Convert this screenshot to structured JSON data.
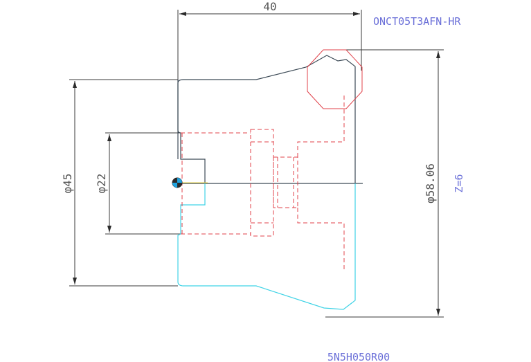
{
  "drawing": {
    "dim_top": "40",
    "dim_left_outer": "φ45",
    "dim_left_inner": "φ22",
    "dim_right": "φ58.06",
    "insert_code": "ONCT05T3AFN-HR",
    "teeth_count": "Z=6",
    "part_code": "5N5H050R00"
  },
  "colors": {
    "outline_dark": "#3c4a56",
    "outline_cyan": "#3fd3e6",
    "hidden_red": "#e0414a",
    "dimension": "#3a3a3a",
    "annotation_blue": "#6a6fd8"
  }
}
